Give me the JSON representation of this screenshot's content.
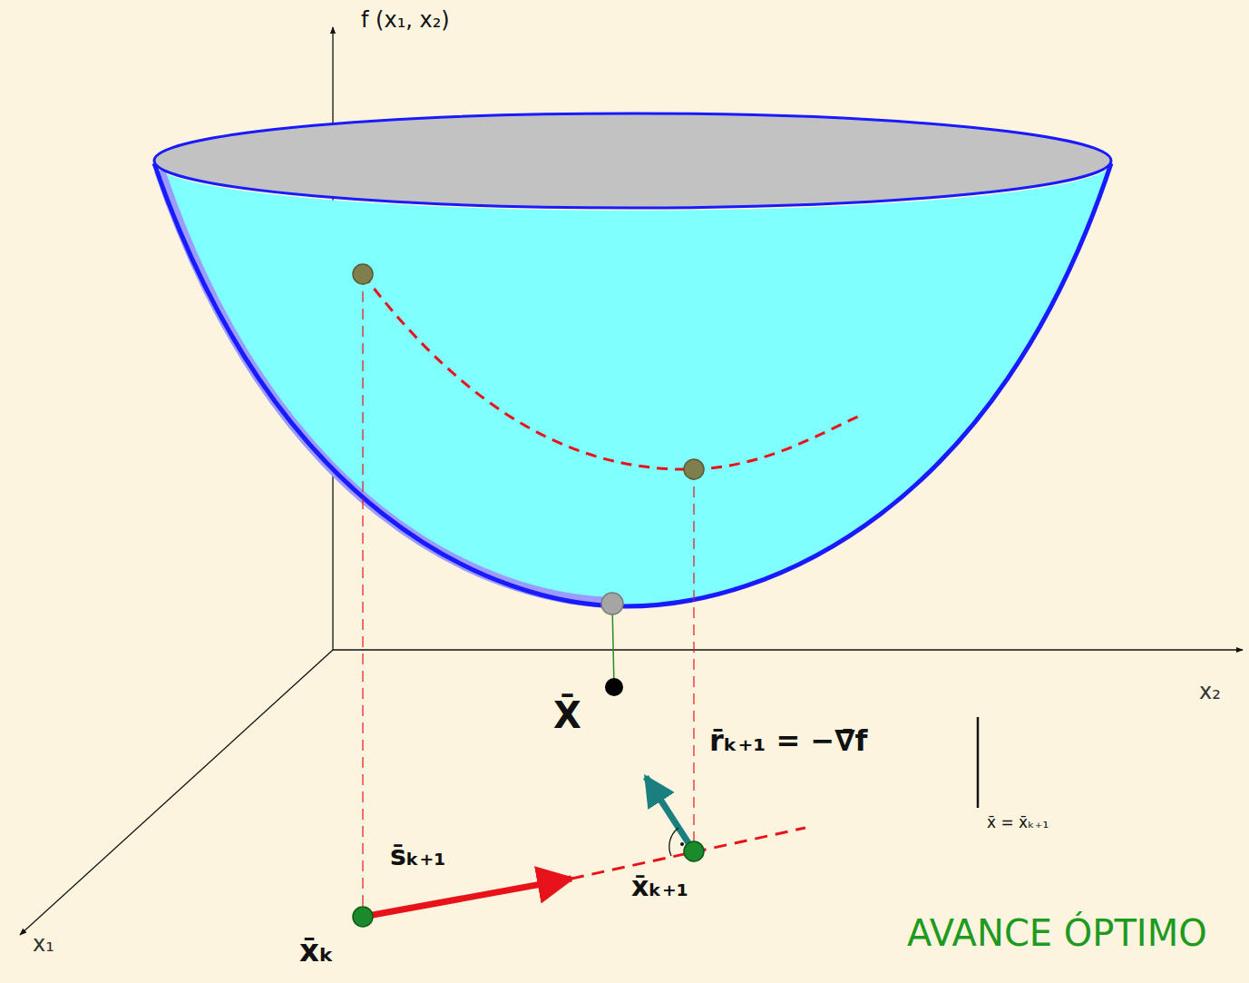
{
  "diagram": {
    "labels": [
      "f (x₁, x₂)",
      "x₂",
      "X̄",
      "r̄ₖ₊₁ = −∇̄f",
      "x̄ = x̄ₖ₊₁",
      "s̄ₖ₊₁",
      "x̄ₖ₊₁",
      "AVANCE ÓPTIMO",
      "x₁",
      "x̄ₖ"
    ]
  }
}
